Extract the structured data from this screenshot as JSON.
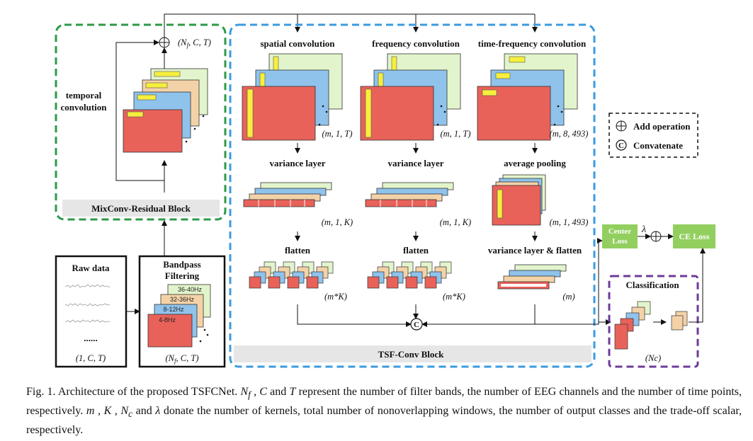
{
  "diagram": {
    "mixconv": {
      "title": "MixConv-Residual Block",
      "temporal_label_1": "temporal",
      "temporal_label_2": "convolution",
      "dims": "(N_f, C, T)"
    },
    "raw": {
      "title": "Raw data",
      "ellipsis": "......",
      "dims": "(1, C, T)"
    },
    "bandpass": {
      "title_1": "Bandpass",
      "title_2": "Filtering",
      "bands": [
        "36-40Hz",
        "32-36Hz",
        "8-12Hz",
        "4-8Hz"
      ],
      "dims": "(N_f, C, T)"
    },
    "tsf": {
      "title": "TSF-Conv Block",
      "col1": {
        "conv": "spatial convolution",
        "conv_dims": "(m, 1, T)",
        "layer": "variance layer",
        "layer_dims": "(m, 1, K)",
        "flat": "flatten",
        "flat_dims": "(m*K)"
      },
      "col2": {
        "conv": "frequency convolution",
        "conv_dims": "(m, 1, T)",
        "layer": "variance layer",
        "layer_dims": "(m, 1, K)",
        "flat": "flatten",
        "flat_dims": "(m*K)"
      },
      "col3": {
        "conv": "time-frequency convolution",
        "conv_dims": "(m, 8, 493)",
        "layer": "average pooling",
        "layer_dims": "(m, 1, 493)",
        "flat": "variance layer & flatten",
        "flat_dims": "(m)"
      },
      "concat_symbol": "C"
    },
    "legend": {
      "add": "Add operation",
      "concat": "Convatenate",
      "concat_symbol": "C"
    },
    "loss": {
      "center_1": "Center",
      "center_2": "Loss",
      "lambda": "λ",
      "ce": "CE Loss"
    },
    "classification": {
      "title": "Classification",
      "dims": "(Nc)"
    },
    "colors": {
      "green_dash": "#2e9a47",
      "blue_dash": "#3b9be0",
      "purple_dash": "#6d3b9a",
      "red": "#e8625a",
      "blue": "#8fc3ec",
      "peach": "#f4d2a8",
      "lightgreen": "#e2f4cc",
      "yellow": "#f6ef3c",
      "loss_green": "#92cf5f"
    }
  },
  "caption": {
    "p1": "Fig. 1.   Architecture of the proposed TSFCNet. ",
    "nf": "N",
    "nf_sub": "f",
    "p2": " , ",
    "c": "C",
    "p3": " and ",
    "t": "T",
    "p4": " represent the number of filter bands, the number of EEG channels and the number of time points, respectively. ",
    "m": "m",
    "p5": " , ",
    "k": "K",
    "p6": " , ",
    "nc": "N",
    "nc_sub": "c",
    "p7": " and ",
    "lam": "λ",
    "p8": " donate the number of kernels, total number of nonoverlapping windows, the number of output classes and the trade-off scalar, respectively."
  }
}
